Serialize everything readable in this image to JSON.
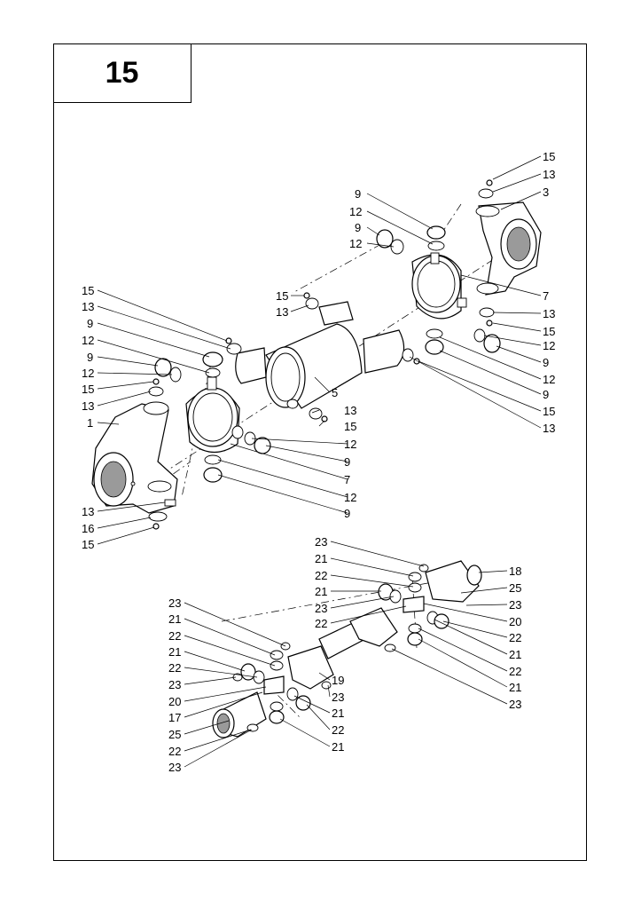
{
  "page_number": "15",
  "callouts": [
    {
      "id": "c1",
      "text": "15"
    },
    {
      "id": "c2",
      "text": "13"
    },
    {
      "id": "c3",
      "text": "3"
    },
    {
      "id": "c4",
      "text": "9"
    },
    {
      "id": "c5",
      "text": "12"
    },
    {
      "id": "c6",
      "text": "9"
    },
    {
      "id": "c7",
      "text": "12"
    },
    {
      "id": "c8",
      "text": "7"
    },
    {
      "id": "c9",
      "text": "13"
    },
    {
      "id": "c10",
      "text": "15"
    },
    {
      "id": "c11",
      "text": "12"
    },
    {
      "id": "c12",
      "text": "9"
    },
    {
      "id": "c13",
      "text": "12"
    },
    {
      "id": "c14",
      "text": "9"
    },
    {
      "id": "c15",
      "text": "15"
    },
    {
      "id": "c16",
      "text": "13"
    },
    {
      "id": "c17",
      "text": "15"
    },
    {
      "id": "c18",
      "text": "13"
    },
    {
      "id": "c19",
      "text": "15"
    },
    {
      "id": "c20",
      "text": "13"
    },
    {
      "id": "c21",
      "text": "9"
    },
    {
      "id": "c22",
      "text": "12"
    },
    {
      "id": "c23",
      "text": "9"
    },
    {
      "id": "c24",
      "text": "12"
    },
    {
      "id": "c25",
      "text": "15"
    },
    {
      "id": "c26",
      "text": "13"
    },
    {
      "id": "c27",
      "text": "1"
    },
    {
      "id": "c28",
      "text": "5"
    },
    {
      "id": "c29",
      "text": "13"
    },
    {
      "id": "c30",
      "text": "15"
    },
    {
      "id": "c31",
      "text": "12"
    },
    {
      "id": "c32",
      "text": "9"
    },
    {
      "id": "c33",
      "text": "7"
    },
    {
      "id": "c34",
      "text": "12"
    },
    {
      "id": "c35",
      "text": "9"
    },
    {
      "id": "c36",
      "text": "13"
    },
    {
      "id": "c37",
      "text": "16"
    },
    {
      "id": "c38",
      "text": "15"
    },
    {
      "id": "c39",
      "text": "23"
    },
    {
      "id": "c40",
      "text": "21"
    },
    {
      "id": "c41",
      "text": "22"
    },
    {
      "id": "c42",
      "text": "21"
    },
    {
      "id": "c43",
      "text": "23"
    },
    {
      "id": "c44",
      "text": "22"
    },
    {
      "id": "c45",
      "text": "18"
    },
    {
      "id": "c46",
      "text": "25"
    },
    {
      "id": "c47",
      "text": "23"
    },
    {
      "id": "c48",
      "text": "20"
    },
    {
      "id": "c49",
      "text": "22"
    },
    {
      "id": "c50",
      "text": "21"
    },
    {
      "id": "c51",
      "text": "22"
    },
    {
      "id": "c52",
      "text": "21"
    },
    {
      "id": "c53",
      "text": "23"
    },
    {
      "id": "c54",
      "text": "23"
    },
    {
      "id": "c55",
      "text": "21"
    },
    {
      "id": "c56",
      "text": "22"
    },
    {
      "id": "c57",
      "text": "21"
    },
    {
      "id": "c58",
      "text": "22"
    },
    {
      "id": "c59",
      "text": "23"
    },
    {
      "id": "c60",
      "text": "20"
    },
    {
      "id": "c61",
      "text": "17"
    },
    {
      "id": "c62",
      "text": "25"
    },
    {
      "id": "c63",
      "text": "22"
    },
    {
      "id": "c64",
      "text": "23"
    },
    {
      "id": "c65",
      "text": "19"
    },
    {
      "id": "c66",
      "text": "23"
    },
    {
      "id": "c67",
      "text": "21"
    },
    {
      "id": "c68",
      "text": "22"
    },
    {
      "id": "c69",
      "text": "21"
    }
  ]
}
